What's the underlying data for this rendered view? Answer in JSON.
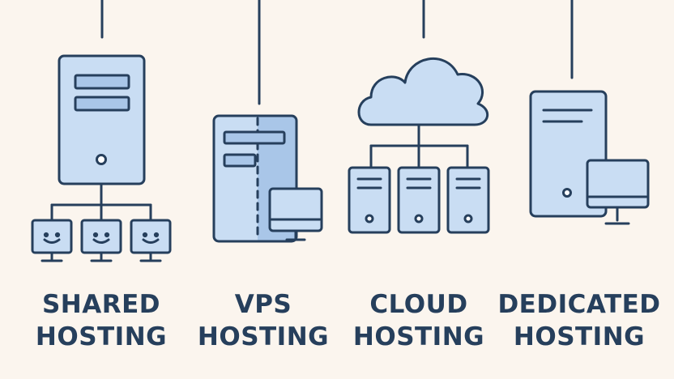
{
  "colors": {
    "background": "#fbf5ee",
    "outline": "#263f5c",
    "fill_light": "#c9ddf3",
    "fill_mid": "#a9c6e8",
    "text": "#263f5c"
  },
  "hosting_types": [
    {
      "line1": "SHARED",
      "line2": "HOSTING",
      "icon": "shared-server-icon"
    },
    {
      "line1": "VPS",
      "line2": "HOSTING",
      "icon": "vps-server-icon"
    },
    {
      "line1": "CLOUD",
      "line2": "HOSTING",
      "icon": "cloud-servers-icon"
    },
    {
      "line1": "DEDICATED",
      "line2": "HOSTING",
      "icon": "dedicated-server-icon"
    }
  ]
}
